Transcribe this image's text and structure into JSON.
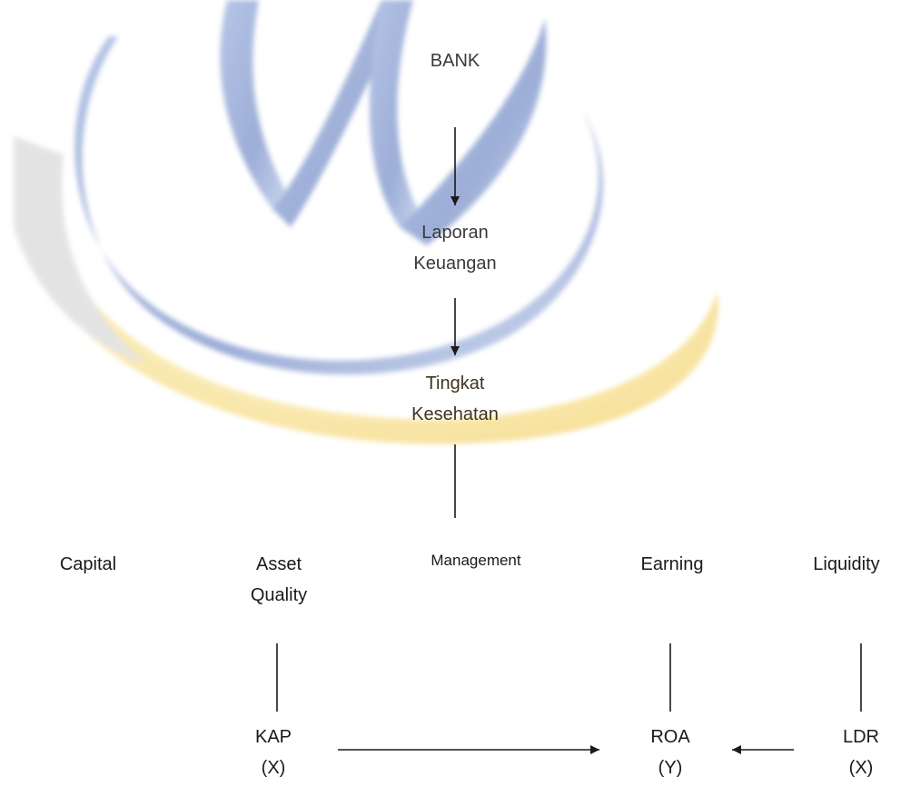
{
  "nodes": {
    "bank": {
      "label": "BANK"
    },
    "laporan": {
      "line1": "Laporan",
      "line2": "Keuangan"
    },
    "tingkat": {
      "line1": "Tingkat",
      "line2": "Kesehatan"
    },
    "capital": {
      "label": "Capital"
    },
    "asset": {
      "line1": "Asset",
      "line2": "Quality"
    },
    "management": {
      "label": "Management"
    },
    "earning": {
      "label": "Earning"
    },
    "liquidity": {
      "label": "Liquidity"
    },
    "kap": {
      "line1": "KAP",
      "line2": "(X)"
    },
    "roa": {
      "line1": "ROA",
      "line2": "(Y)"
    },
    "ldr": {
      "line1": "LDR",
      "line2": "(X)"
    }
  },
  "colors": {
    "watermark_blue": "#3a5fae",
    "watermark_gold": "#f2c230",
    "text": "#1a1a1a"
  }
}
